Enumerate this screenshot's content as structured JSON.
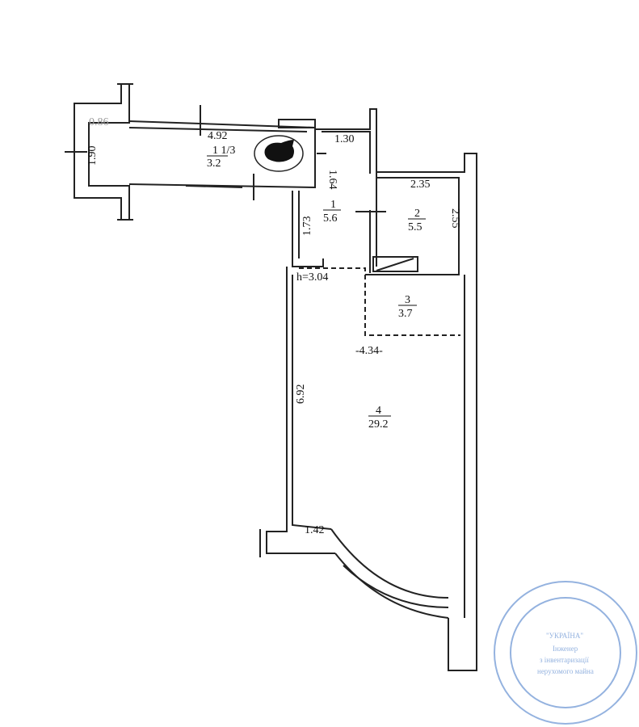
{
  "plan": {
    "rooms": [
      {
        "number": "1 1/3",
        "area": "3.2"
      },
      {
        "number": "1",
        "area": "5.6"
      },
      {
        "number": "2",
        "area": "5.5"
      },
      {
        "number": "3",
        "area": "3.7"
      },
      {
        "number": "4",
        "area": "29.2"
      }
    ],
    "dimensions": {
      "d086": "0.86",
      "d190": "1.90",
      "d492": "4.92",
      "d164": "1.64",
      "d130": "1.30",
      "d173": "1.73",
      "d235": "2.35",
      "d255": "2.55",
      "d434": "-4.34-",
      "d692": "6.92",
      "d142": "1.42"
    },
    "ceiling_height": "h=3.04"
  },
  "stamp": {
    "center": "\"УКРАЇНА\"",
    "lines": [
      "Інженер",
      "з інвентаризації",
      "нерухомого майна"
    ]
  }
}
